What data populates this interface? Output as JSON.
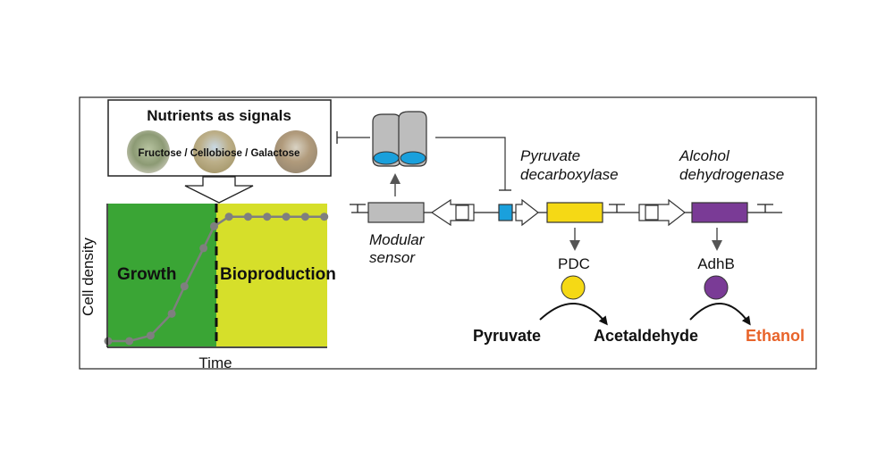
{
  "nutrients": {
    "title": "Nutrients as signals",
    "items": [
      "Fructose",
      "Cellobiose",
      "Galactose"
    ],
    "separator": " / "
  },
  "plot": {
    "ylabel": "Cell density",
    "xlabel": "Time",
    "phase_growth": "Growth",
    "phase_bioproduction": "Bioproduction",
    "color_growth": "#3aa535",
    "color_bioproduction": "#d6df2a",
    "curve_color": "#7f7f7f",
    "points": [
      [
        0.0,
        0.02
      ],
      [
        0.1,
        0.02
      ],
      [
        0.2,
        0.06
      ],
      [
        0.3,
        0.22
      ],
      [
        0.36,
        0.42
      ],
      [
        0.45,
        0.7
      ],
      [
        0.5,
        0.86
      ],
      [
        0.57,
        0.93
      ],
      [
        0.66,
        0.93
      ],
      [
        0.75,
        0.93
      ],
      [
        0.84,
        0.93
      ],
      [
        0.93,
        0.93
      ],
      [
        1.02,
        0.93
      ]
    ],
    "phase_split": 0.45
  },
  "circuit": {
    "modular_sensor_label": [
      "Modular",
      "sensor"
    ],
    "pdc_gene_label": [
      "Pyruvate",
      "decarboxylase"
    ],
    "adh_gene_label": [
      "Alcohol",
      "dehydrogenase"
    ],
    "sensor_color": "#bdbdbd",
    "sensor_protein_color": "#1aa0dc",
    "pdc_color": "#f5d915",
    "adh_color": "#7a3b96"
  },
  "reactions": {
    "pdc_enzyme": "PDC",
    "adh_enzyme": "AdhB",
    "substrate": "Pyruvate",
    "intermediate": "Acetaldehyde",
    "product": "Ethanol",
    "product_color": "#e8642b"
  }
}
